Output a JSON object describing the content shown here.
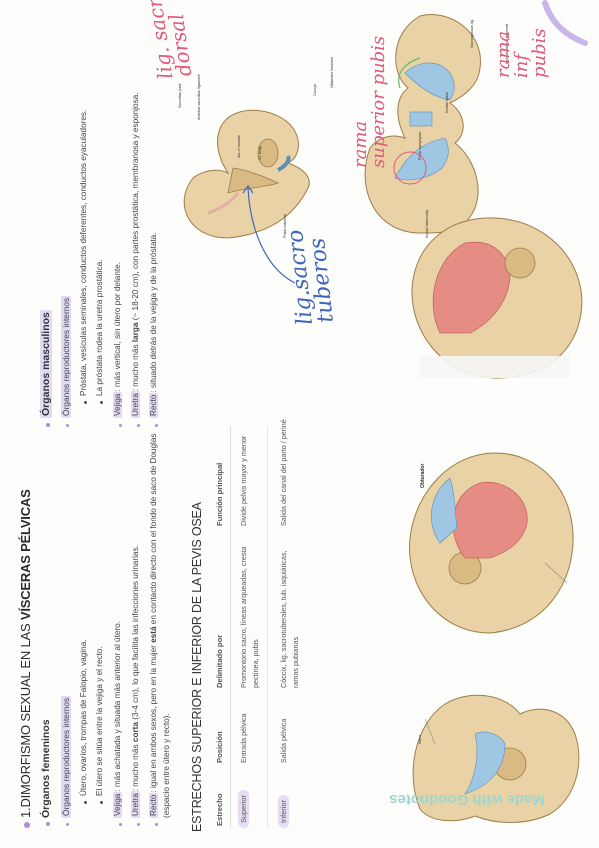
{
  "title": {
    "prefix": "1.DIMORFISMO SEXUAL EN LAS ",
    "bold": "VÍSCERAS PÉLVICAS"
  },
  "female": {
    "heading": "Órganos femeninos",
    "repro_heading": "Órganos reproductores internos",
    "repro_items": [
      "Útero, ovarios, trompas de Falopio, vagina.",
      "El útero se sitúa entre la vejiga y el recto."
    ],
    "bladder_label": "Vejiga",
    "bladder_text": ": más achatada y situada más anterior al útero.",
    "urethra_label": "Uretra",
    "urethra_pre": ": mucho más ",
    "urethra_bold": "corta",
    "urethra_post": " (3-4 cm), lo que facilita las infecciones urinarias.",
    "rectum_label": "Recto",
    "rectum_pre": ": igual en ambos sexos, pero en la mujer ",
    "rectum_bold": "está",
    "rectum_post": " en contacto directo con el fondo de saco de Douglas",
    "rectum_line2": "(espacio entre útero y recto)."
  },
  "male": {
    "heading": "Órganos masculinos",
    "repro_heading": "Órganos reproductores internos",
    "repro_items": [
      "Próstata, vesículas seminales, conductos deferentes, conductos eyaculadores.",
      "La próstata rodea la uretra prostática."
    ],
    "bladder_label": "Vejiga",
    "bladder_text": ": más vertical, sin útero por delante.",
    "urethra_label": "Uretra",
    "urethra_pre": ": mucho más ",
    "urethra_bold": "larga",
    "urethra_post": " (~ 18-20 cm), con partes prostática, membranosa y esponjosa.",
    "rectum_label": "Recto",
    "rectum_text": ": situado detrás de la vejiga y de la próstata."
  },
  "section2": {
    "title": "ESTRECHOS SUPERIOR E INFERIOR DE LA PEVIS OSEA",
    "headers": [
      "Estrecho",
      "Posición",
      "Delimitado por",
      "Función principal"
    ],
    "rows": [
      {
        "name": "Superior",
        "position": "Entrada pélvica",
        "bounded_1": "Promontorio sacro, líneas arqueadas, cresta",
        "bounded_2": "pectínea, pubis",
        "function": "Divide pelvis mayor y menor"
      },
      {
        "name": "Inferior",
        "position": "Salida pélvica",
        "bounded_1": "Cóccix, lig. sacrotuberales, tub. isquiáticas,",
        "bounded_2": "ramas pubianas",
        "function": "Salida del canal del parto / periné"
      }
    ]
  },
  "annotations": {
    "lig_sacro_dorsal_1": "lig. sacro",
    "lig_sacro_dorsal_2": "dorsal",
    "lig_sacro_tuberos_1": "lig.sacro",
    "lig_sacro_tuberos_2": "tuberos",
    "rama_superior_1": "rama",
    "rama_superior_2": "superior pubis",
    "rama_inf_1": "rama",
    "rama_inf_2": "inf",
    "rama_inf_3": "pubis"
  },
  "figure_labels": {
    "sacral_crest": "Sacroiliac joint",
    "anterior_ligament": "Anterior sacroiliac ligament",
    "ala_sacrum": "Ala of sacrum",
    "s1_body": "S1 body",
    "coccyx": "Coccyx",
    "pubic_tubercle": "Pubic tubercle",
    "pubic_symphysis": "Pubic symphysis",
    "obturator": "Obturator foramen",
    "ischial_tuberosity": "Ischial tuberosity",
    "ischial_spine": "Ischial spine",
    "sacrospinous": "Sacrospinous lig.",
    "sacrotuberous": "Sacrotuberous ligament",
    "obturador": "Obturador",
    "iliaco": "Ilíaco"
  },
  "watermark": "Made with Goodnotes",
  "colors": {
    "highlight": "#e4d9f3",
    "accent_dot": "#b48bd8",
    "annotation_pink": "#e0587a",
    "annotation_blue": "#3d66b8"
  }
}
